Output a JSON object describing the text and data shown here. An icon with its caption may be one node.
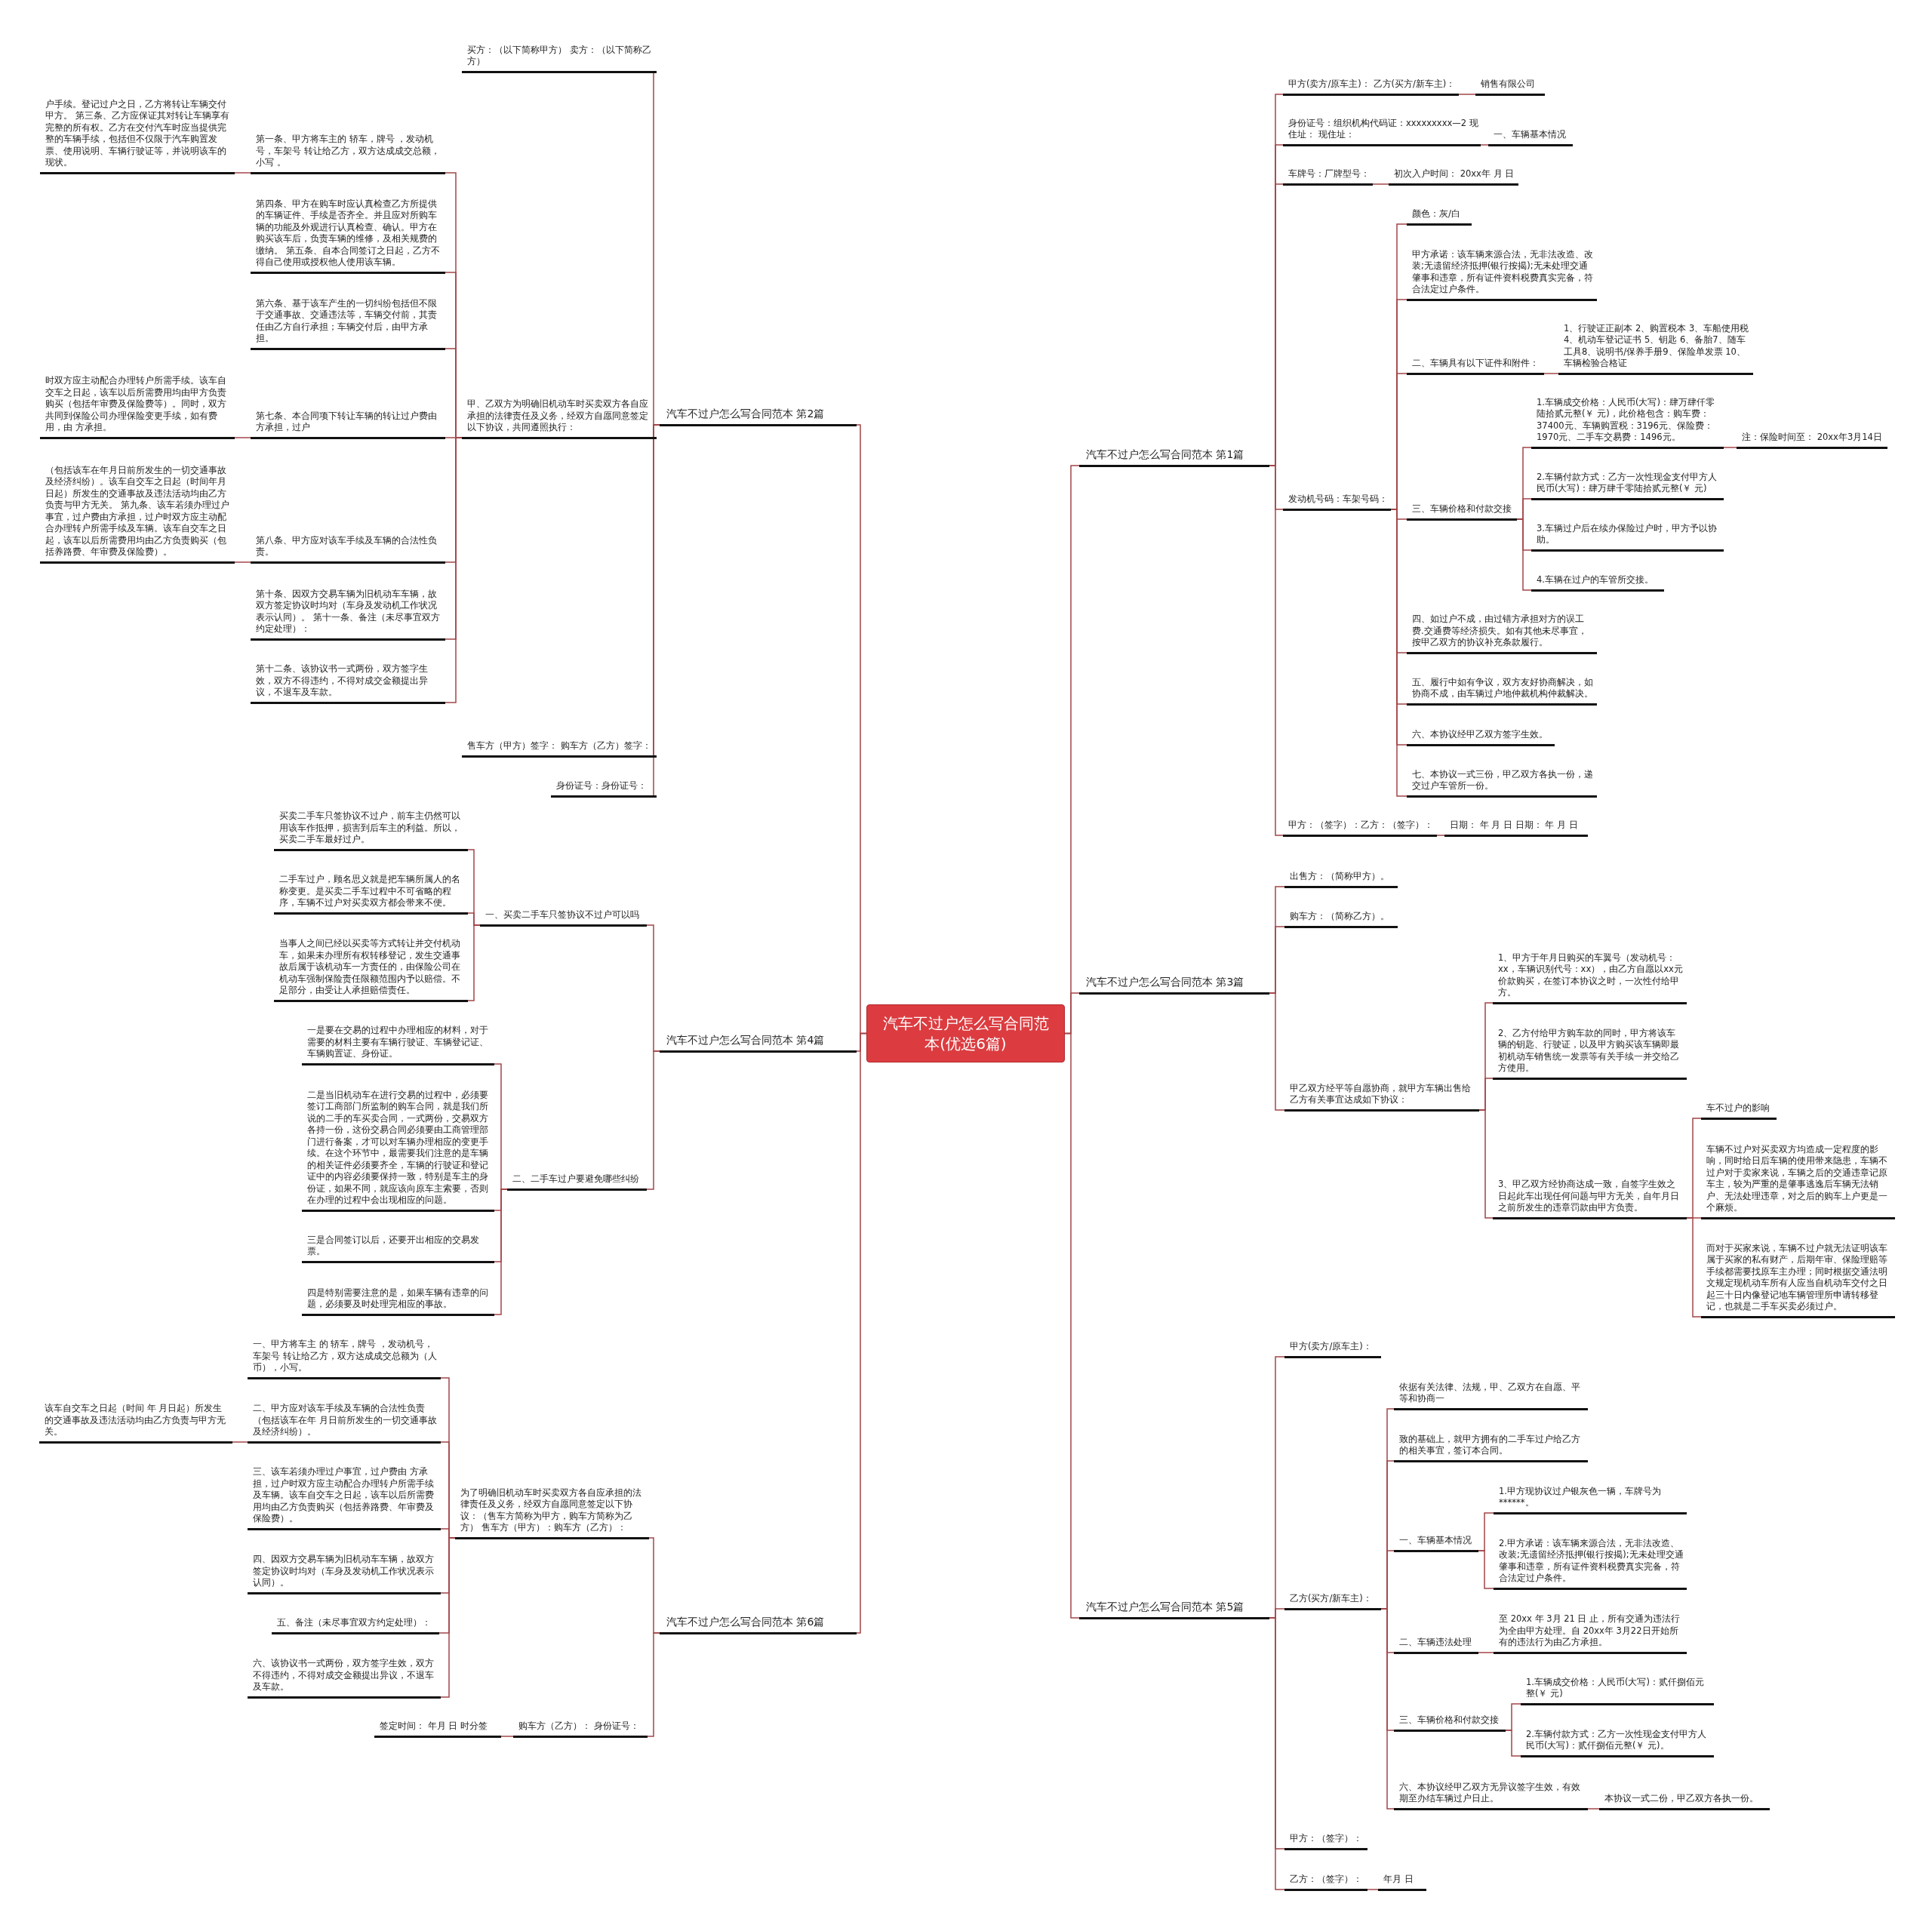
{
  "diagram": {
    "nodes": [
      {
        "text": [
          "汽车不过户怎么写合同范本(优选6篇)"
        ]
      },
      {
        "text": [
          "汽车不过户怎么写合同范本 第1篇"
        ]
      },
      {
        "text": [
          "甲方(卖方/原车主)： 乙方(买方/新车主)："
        ]
      },
      {
        "text": [
          "销售有限公司"
        ]
      },
      {
        "text": [
          "身份证号：组织机构代码证：xxxxxxxxx—2 现住址： 现住址："
        ]
      },
      {
        "text": [
          "一、车辆基本情况"
        ]
      },
      {
        "text": [
          "车牌号：厂牌型号："
        ]
      },
      {
        "text": [
          "初次入户时间： 20xx年 月 日"
        ]
      },
      {
        "text": [
          "发动机号码：车架号码："
        ]
      },
      {
        "text": [
          "颜色：灰/白"
        ]
      },
      {
        "text": [
          "甲方承诺：该车辆来源合法，无非法改造、改装;无遗留经济抵押(银行按揭);无未处理交通肇事和违章，所有证件资料税费真实完备，符合法定过户条件。"
        ]
      },
      {
        "text": [
          "二、车辆具有以下证件和附件："
        ]
      },
      {
        "text": [
          "1、行驶证正副本 2、购置税本 3、车船使用税 4、机动车登记证书 5、钥匙 6、备胎7、随车工具8、说明书/保养手册9、保险单发票 10、车辆检验合格证"
        ]
      },
      {
        "text": [
          "三、车辆价格和付款交接"
        ]
      },
      {
        "text": [
          "1.车辆成交价格：人民币(大写)：肆万肆仟零陆拾贰元整(￥ 元)，此价格包含：购车费：37400元、车辆购置税：3196元、保险费：1970元、二手车交易费：1496元。"
        ]
      },
      {
        "text": [
          "注：保险时间至： 20xx年3月14日"
        ]
      },
      {
        "text": [
          "2.车辆付款方式：乙方一次性现金支付甲方人民币(大写)：肆万肆千零陆拾贰元整(￥ 元)"
        ]
      },
      {
        "text": [
          "3.车辆过户后在续办保险过户时，甲方予以协助。"
        ]
      },
      {
        "text": [
          "4.车辆在过户的车管所交接。"
        ]
      },
      {
        "text": [
          "四、如过户不成，由过错方承担对方的误工费.交通费等经济损失。如有其他未尽事宜，按甲乙双方的协议补充条款履行。"
        ]
      },
      {
        "text": [
          "五、履行中如有争议，双方友好协商解决，如协商不成，由车辆过户地仲裁机构仲裁解决。"
        ]
      },
      {
        "text": [
          "六、本协议经甲乙双方签字生效。"
        ]
      },
      {
        "text": [
          "七、本协议一式三份，甲乙双方各执一份，递交过户车管所一份。"
        ]
      },
      {
        "text": [
          "甲方：（签字）：乙方：（签字）："
        ]
      },
      {
        "text": [
          "日期： 年 月 日 日期： 年 月 日"
        ]
      },
      {
        "text": [
          "汽车不过户怎么写合同范本 第2篇"
        ]
      },
      {
        "text": [
          "买方：（以下简称甲方） 卖方：（以下简称乙方）"
        ]
      },
      {
        "text": [
          "甲、乙双方为明确旧机动车时买卖双方各自应承担的法律责任及义务，经双方自愿同意签定以下协议，共同遵照执行："
        ]
      },
      {
        "text": [
          "第一条、甲方将车主的 轿车，牌号 ，发动机号，车架号 转让给乙方，双方达成成交总额，小写 。"
        ]
      },
      {
        "text": [
          "户手续。登记过户之日，乙方将转让车辆交付甲方。 第三条、乙方应保证其对转让车辆享有完整的所有权。乙方在交付汽车时应当提供完整的车辆手续，包括但不仅限于汽车购置发票、使用说明、车辆行驶证等，并说明该车的现状。"
        ]
      },
      {
        "text": [
          "第四条、甲方在购车时应认真检查乙方所提供的车辆证件、手续是否齐全。并且应对所购车辆的功能及外观进行认真检查、确认。甲方在购买该车后，负责车辆的维修，及相关规费的缴纳。 第五条、自本合同签订之日起，乙方不得自己使用或授权他人使用该车辆。"
        ]
      },
      {
        "text": [
          "第六条、基于该车产生的一切纠纷包括但不限于交通事故、交通违法等，车辆交付前，其责任由乙方自行承担；车辆交付后，由甲方承担。"
        ]
      },
      {
        "text": [
          "第七条、本合同项下转让车辆的转让过户费由方承担，过户"
        ]
      },
      {
        "text": [
          "时双方应主动配合办理转户所需手续。该车自交车之日起，该车以后所需费用均由甲方负责购买（包括年审费及保险费等）。同时，双方共同到保险公司办理保险变更手续，如有费用，由 方承担。"
        ]
      },
      {
        "text": [
          "第八条、甲方应对该车手续及车辆的合法性负责。"
        ]
      },
      {
        "text": [
          "（包括该车在年月日前所发生的一切交通事故及经济纠纷）。该车自交车之日起（时间年月日起）所发生的交通事故及违法活动均由乙方负责与甲方无关。 第九条、该车若须办理过户事宜，过户费由方承担，过户时双方应主动配合办理转户所需手续及车辆。该车自交车之日起，该车以后所需费用均由乙方负责购买（包括养路费、年审费及保险费）。"
        ]
      },
      {
        "text": [
          "第十条、因双方交易车辆为旧机动车车辆，故双方签定协议时均对（车身及发动机工作状况表示认同）。 第十一条、备注（未尽事宜双方约定处理）："
        ]
      },
      {
        "text": [
          "第十二条、该协议书一式两份，双方签字生效，双方不得违约，不得对成交金额提出异议，不退车及车款。"
        ]
      },
      {
        "text": [
          "售车方（甲方）签字： 购车方（乙方）签字："
        ]
      },
      {
        "text": [
          "身份证号：身份证号："
        ]
      },
      {
        "text": [
          "汽车不过户怎么写合同范本 第3篇"
        ]
      },
      {
        "text": [
          "出售方：（简称甲方）。"
        ]
      },
      {
        "text": [
          "购车方：（简称乙方）。"
        ]
      },
      {
        "text": [
          "甲乙双方经平等自愿协商，就甲方车辆出售给乙方有关事宜达成如下协议："
        ]
      },
      {
        "text": [
          "1、甲方于年月日购买的车翼号（发动机号：xx，车辆识别代号：xx），由乙方自愿以xx元价款购买，在签订本协议之时，一次性付给甲方。"
        ]
      },
      {
        "text": [
          "2、乙方付给甲方购车款的同时，甲方将该车辆的钥匙、行驶证，以及甲方购买该车辆即最初机动车销售统一发票等有关手续一并交给乙方使用。"
        ]
      },
      {
        "text": [
          "3、甲乙双方经协商达成一致，自签字生效之日起此车出现任何问题与甲方无关，自年月日之前所发生的违章罚款由甲方负责。"
        ]
      },
      {
        "text": [
          "车不过户的影响"
        ]
      },
      {
        "text": [
          "车辆不过户对买卖双方均造成一定程度的影响，同时给日后车辆的使用带来隐患，车辆不过户对于卖家来说，车辆之后的交通违章记原车主，较为严重的是肇事逃逸后车辆无法销户、无法处理违章，对之后的购车上户更是一个麻烦。"
        ]
      },
      {
        "text": [
          "而对于买家来说，车辆不过户就无法证明该车属于买家的私有财产，后期年审、保险理赔等手续都需要找原车主办理；同时根据交通法明文规定现机动车所有人应当自机动车交付之日起三十日内像登记地车辆管理所申请转移登记，也就是二手车买卖必须过户。"
        ]
      },
      {
        "text": [
          "汽车不过户怎么写合同范本 第4篇"
        ]
      },
      {
        "text": [
          "一、买卖二手车只签协议不过户可以吗"
        ]
      },
      {
        "text": [
          "买卖二手车只签协议不过户，前车主仍然可以用该车作抵押，损害到后车主的利益。所以，买卖二手车最好过户。"
        ]
      },
      {
        "text": [
          "二手车过户，顾名思义就是把车辆所属人的名称变更。是买卖二手车过程中不可省略的程序，车辆不过户对买卖双方都会带来不便。"
        ]
      },
      {
        "text": [
          "当事人之间已经以买卖等方式转让并交付机动车，如果未办理所有权转移登记，发生交通事故后属于该机动车一方责任的，由保险公司在机动车强制保险责任限额范围内予以赔偿。不足部分，由受让人承担赔偿责任。"
        ]
      },
      {
        "text": [
          "二、二手车过户要避免哪些纠纷"
        ]
      },
      {
        "text": [
          "一是要在交易的过程中办理相应的材料，对于需要的材料主要有车辆行驶证、车辆登记证、车辆购置证、身份证。"
        ]
      },
      {
        "text": [
          "二是当旧机动车在进行交易的过程中，必须要签订工商部门所监制的购车合同，就是我们所说的二手的车买卖合同，一式两份，交易双方各持一份，这份交易合同必须要由工商管理部门进行备案，才可以对车辆办理相应的变更手续。在这个环节中，最需要我们注意的是车辆的相关证件必须要齐全，车辆的行驶证和登记证中的内容必须要保持一致，特别是车主的身份证，如果不同，就应该向原车主索要，否则在办理的过程中会出现相应的问题。"
        ]
      },
      {
        "text": [
          "三是合同签订以后，还要开出相应的交易发票。"
        ]
      },
      {
        "text": [
          "四是特别需要注意的是，如果车辆有违章的问题，必须要及时处理完相应的事故。"
        ]
      },
      {
        "text": [
          "汽车不过户怎么写合同范本 第5篇"
        ]
      },
      {
        "text": [
          "甲方(卖方/原车主)："
        ]
      },
      {
        "text": [
          "乙方(买方/新车主)："
        ]
      },
      {
        "text": [
          "依据有关法律、法规，甲、乙双方在自愿、平等和协商一"
        ]
      },
      {
        "text": [
          "致的基础上，就甲方拥有的二手车过户给乙方的相关事宜，签订本合同。"
        ]
      },
      {
        "text": [
          "一、车辆基本情况"
        ]
      },
      {
        "text": [
          "1.甲方现协议过户银灰色一辆，车牌号为******。"
        ]
      },
      {
        "text": [
          "2.甲方承诺：该车辆来源合法，无非法改造、改装;无遗留经济抵押(银行按揭);无未处理交通肇事和违章，所有证件资料税费真实完备，符合法定过户条件。"
        ]
      },
      {
        "text": [
          "二、车辆违法处理"
        ]
      },
      {
        "text": [
          "至 20xx 年 3月 21 日 止，所有交通为违法行为全由甲方处理。自 20xx年 3月22日开始所有的违法行为由乙方承担。"
        ]
      },
      {
        "text": [
          "三、车辆价格和付款交接"
        ]
      },
      {
        "text": [
          "1.车辆成交价格：人民币(大写)：贰仟捌佰元整(￥ 元)"
        ]
      },
      {
        "text": [
          "2.车辆付款方式：乙方一次性现金支付甲方人民币(大写)：贰仟捌佰元整(￥ 元)。"
        ]
      },
      {
        "text": [
          "六、本协议经甲乙双方无异议签字生效，有效期至办结车辆过户日止。"
        ]
      },
      {
        "text": [
          "本协议一式二份，甲乙双方各执一份。"
        ]
      },
      {
        "text": [
          "甲方：（签字）："
        ]
      },
      {
        "text": [
          "乙方：（签字）："
        ]
      },
      {
        "text": [
          "年月 日"
        ]
      },
      {
        "text": [
          "汽车不过户怎么写合同范本 第6篇"
        ]
      },
      {
        "text": [
          "为了明确旧机动车时买卖双方各自应承担的法律责任及义务，经双方自愿同意签定以下协议：（售车方简称为甲方，购车方简称为乙方） 售车方（甲方）：购车方（乙方）："
        ]
      },
      {
        "text": [
          "一、甲方将车主 的 轿车，牌号 ，发动机号，车架号 转让给乙方，双方达成成交总额为（人币），小写。"
        ]
      },
      {
        "text": [
          "二、甲方应对该车手续及车辆的合法性负责（包括该车在年 月日前所发生的一切交通事故及经济纠纷）。"
        ]
      },
      {
        "text": [
          "该车自交车之日起（时间 年 月日起）所发生的交通事故及违法活动均由乙方负责与甲方无关。"
        ]
      },
      {
        "text": [
          "三、该车若须办理过户事宜，过户费由 方承担，过户时双方应主动配合办理转户所需手续及车辆。该车自交车之日起，该车以后所需费用均由乙方负责购买（包括养路费、年审费及保险费）。"
        ]
      },
      {
        "text": [
          "四、因双方交易车辆为旧机动车车辆，故双方签定协议时均对（车身及发动机工作状况表示认同）。"
        ]
      },
      {
        "text": [
          "五、备注（未尽事宜双方约定处理）："
        ]
      },
      {
        "text": [
          "六、该协议书一式两份，双方签字生效，双方不得违约，不得对成交金额提出异议，不退车及车款。"
        ]
      },
      {
        "text": [
          "购车方（乙方）： 身份证号："
        ]
      },
      {
        "text": [
          "签定时间： 年月 日 时分签"
        ]
      }
    ],
    "edges": [
      {
        "from": 0,
        "to": 1,
        "arrow": "none"
      },
      {
        "from": 0,
        "to": 25,
        "arrow": "none"
      },
      {
        "from": 0,
        "to": 40,
        "arrow": "none"
      },
      {
        "from": 0,
        "to": 50,
        "arrow": "none"
      },
      {
        "from": 0,
        "to": 60,
        "arrow": "none"
      },
      {
        "from": 0,
        "to": 78,
        "arrow": "none"
      },
      {
        "from": 1,
        "to": 2,
        "arrow": "none"
      },
      {
        "from": 2,
        "to": 3,
        "arrow": "none"
      },
      {
        "from": 1,
        "to": 4,
        "arrow": "none"
      },
      {
        "from": 4,
        "to": 5,
        "arrow": "none"
      },
      {
        "from": 1,
        "to": 6,
        "arrow": "none"
      },
      {
        "from": 6,
        "to": 7,
        "arrow": "none"
      },
      {
        "from": 1,
        "to": 8,
        "arrow": "none"
      },
      {
        "from": 8,
        "to": 9,
        "arrow": "none"
      },
      {
        "from": 8,
        "to": 10,
        "arrow": "none"
      },
      {
        "from": 8,
        "to": 11,
        "arrow": "none"
      },
      {
        "from": 11,
        "to": 12,
        "arrow": "none"
      },
      {
        "from": 8,
        "to": 13,
        "arrow": "none"
      },
      {
        "from": 13,
        "to": 14,
        "arrow": "none"
      },
      {
        "from": 14,
        "to": 15,
        "arrow": "none"
      },
      {
        "from": 13,
        "to": 16,
        "arrow": "none"
      },
      {
        "from": 13,
        "to": 17,
        "arrow": "none"
      },
      {
        "from": 13,
        "to": 18,
        "arrow": "none"
      },
      {
        "from": 8,
        "to": 19,
        "arrow": "none"
      },
      {
        "from": 8,
        "to": 20,
        "arrow": "none"
      },
      {
        "from": 8,
        "to": 21,
        "arrow": "none"
      },
      {
        "from": 8,
        "to": 22,
        "arrow": "none"
      },
      {
        "from": 1,
        "to": 23,
        "arrow": "none"
      },
      {
        "from": 23,
        "to": 24,
        "arrow": "none"
      },
      {
        "from": 25,
        "to": 26,
        "arrow": "none"
      },
      {
        "from": 25,
        "to": 27,
        "arrow": "none"
      },
      {
        "from": 27,
        "to": 28,
        "arrow": "none"
      },
      {
        "from": 28,
        "to": 29,
        "arrow": "none"
      },
      {
        "from": 27,
        "to": 30,
        "arrow": "none"
      },
      {
        "from": 27,
        "to": 31,
        "arrow": "none"
      },
      {
        "from": 27,
        "to": 32,
        "arrow": "none"
      },
      {
        "from": 32,
        "to": 33,
        "arrow": "none"
      },
      {
        "from": 27,
        "to": 34,
        "arrow": "none"
      },
      {
        "from": 34,
        "to": 35,
        "arrow": "none"
      },
      {
        "from": 27,
        "to": 36,
        "arrow": "none"
      },
      {
        "from": 27,
        "to": 37,
        "arrow": "none"
      },
      {
        "from": 25,
        "to": 38,
        "arrow": "none"
      },
      {
        "from": 25,
        "to": 39,
        "arrow": "none"
      },
      {
        "from": 40,
        "to": 41,
        "arrow": "none"
      },
      {
        "from": 40,
        "to": 42,
        "arrow": "none"
      },
      {
        "from": 40,
        "to": 43,
        "arrow": "none"
      },
      {
        "from": 43,
        "to": 44,
        "arrow": "none"
      },
      {
        "from": 43,
        "to": 45,
        "arrow": "none"
      },
      {
        "from": 43,
        "to": 46,
        "arrow": "none"
      },
      {
        "from": 46,
        "to": 47,
        "arrow": "none"
      },
      {
        "from": 46,
        "to": 48,
        "arrow": "none"
      },
      {
        "from": 46,
        "to": 49,
        "arrow": "none"
      },
      {
        "from": 50,
        "to": 51,
        "arrow": "none"
      },
      {
        "from": 51,
        "to": 52,
        "arrow": "none"
      },
      {
        "from": 51,
        "to": 53,
        "arrow": "none"
      },
      {
        "from": 51,
        "to": 54,
        "arrow": "none"
      },
      {
        "from": 50,
        "to": 55,
        "arrow": "none"
      },
      {
        "from": 55,
        "to": 56,
        "arrow": "none"
      },
      {
        "from": 55,
        "to": 57,
        "arrow": "none"
      },
      {
        "from": 55,
        "to": 58,
        "arrow": "none"
      },
      {
        "from": 55,
        "to": 59,
        "arrow": "none"
      },
      {
        "from": 60,
        "to": 61,
        "arrow": "none"
      },
      {
        "from": 60,
        "to": 62,
        "arrow": "none"
      },
      {
        "from": 62,
        "to": 63,
        "arrow": "none"
      },
      {
        "from": 62,
        "to": 64,
        "arrow": "none"
      },
      {
        "from": 62,
        "to": 65,
        "arrow": "none"
      },
      {
        "from": 65,
        "to": 66,
        "arrow": "none"
      },
      {
        "from": 65,
        "to": 67,
        "arrow": "none"
      },
      {
        "from": 62,
        "to": 68,
        "arrow": "none"
      },
      {
        "from": 68,
        "to": 69,
        "arrow": "none"
      },
      {
        "from": 62,
        "to": 70,
        "arrow": "none"
      },
      {
        "from": 70,
        "to": 71,
        "arrow": "none"
      },
      {
        "from": 70,
        "to": 72,
        "arrow": "none"
      },
      {
        "from": 62,
        "to": 73,
        "arrow": "none"
      },
      {
        "from": 73,
        "to": 74,
        "arrow": "none"
      },
      {
        "from": 60,
        "to": 75,
        "arrow": "none"
      },
      {
        "from": 60,
        "to": 76,
        "arrow": "none"
      },
      {
        "from": 76,
        "to": 77,
        "arrow": "none"
      },
      {
        "from": 78,
        "to": 79,
        "arrow": "none"
      },
      {
        "from": 79,
        "to": 80,
        "arrow": "none"
      },
      {
        "from": 79,
        "to": 81,
        "arrow": "none"
      },
      {
        "from": 81,
        "to": 82,
        "arrow": "none"
      },
      {
        "from": 79,
        "to": 83,
        "arrow": "none"
      },
      {
        "from": 79,
        "to": 84,
        "arrow": "none"
      },
      {
        "from": 79,
        "to": 85,
        "arrow": "none"
      },
      {
        "from": 79,
        "to": 86,
        "arrow": "none"
      },
      {
        "from": 78,
        "to": 87,
        "arrow": "none"
      },
      {
        "from": 87,
        "to": 88,
        "arrow": "none"
      }
    ]
  }
}
